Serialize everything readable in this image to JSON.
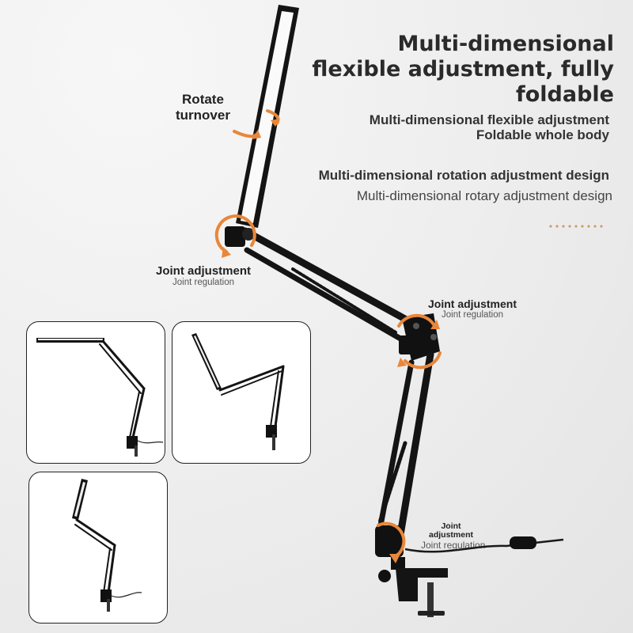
{
  "title_lines": [
    "Multi-dimensional",
    "flexible adjustment, fully",
    "foldable"
  ],
  "feature_1": {
    "heading": "Multi-dimensional flexible adjustment",
    "subheading": "Foldable whole body"
  },
  "feature_2": {
    "heading": "Multi-dimensional rotation adjustment design",
    "subheading": "Multi-dimensional rotary adjustment design"
  },
  "callouts": {
    "rotate": [
      "Rotate",
      "turnover"
    ],
    "joint_top": {
      "label": "Joint adjustment",
      "sub": "Joint regulation"
    },
    "joint_mid": {
      "label": "Joint adjustment",
      "sub": "Joint regulation"
    },
    "joint_bottom": {
      "label": [
        "Joint",
        "adjustment"
      ],
      "sub": "Joint regulation"
    }
  },
  "colors": {
    "accent_orange": "#e8873a",
    "lamp_black": "#141414",
    "panel_light": "#fafafa",
    "dots": "#c79a6b"
  }
}
